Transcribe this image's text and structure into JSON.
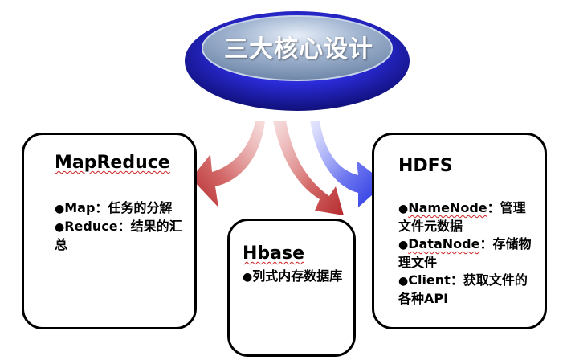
{
  "center": {
    "title": "三大核心设计"
  },
  "boxes": {
    "mapreduce": {
      "title": "MapReduce",
      "items": [
        {
          "name": "Map",
          "sep": "：",
          "desc": "任务的分解"
        },
        {
          "name": "Reduce",
          "sep": "：",
          "desc": "结果的汇总"
        }
      ]
    },
    "hbase": {
      "title": "Hbase",
      "items": [
        {
          "name": "",
          "sep": "",
          "desc": "列式内存数据库"
        }
      ]
    },
    "hdfs": {
      "title": "HDFS",
      "items": [
        {
          "name": "NameNode",
          "sep": "：",
          "desc": "管理文件元数据"
        },
        {
          "name": "DataNode",
          "sep": "：",
          "desc": "存储物理文件"
        },
        {
          "name": "Client",
          "sep": "：",
          "desc": "获取文件的各种API"
        }
      ]
    }
  },
  "colors": {
    "ellipse_outer": "#2b2bd8",
    "ellipse_inner": "#8ea4c4",
    "arrow_left": "#c0393b",
    "arrow_middle": "#c0393b",
    "arrow_right": "#3340e0",
    "bullet": "●"
  }
}
